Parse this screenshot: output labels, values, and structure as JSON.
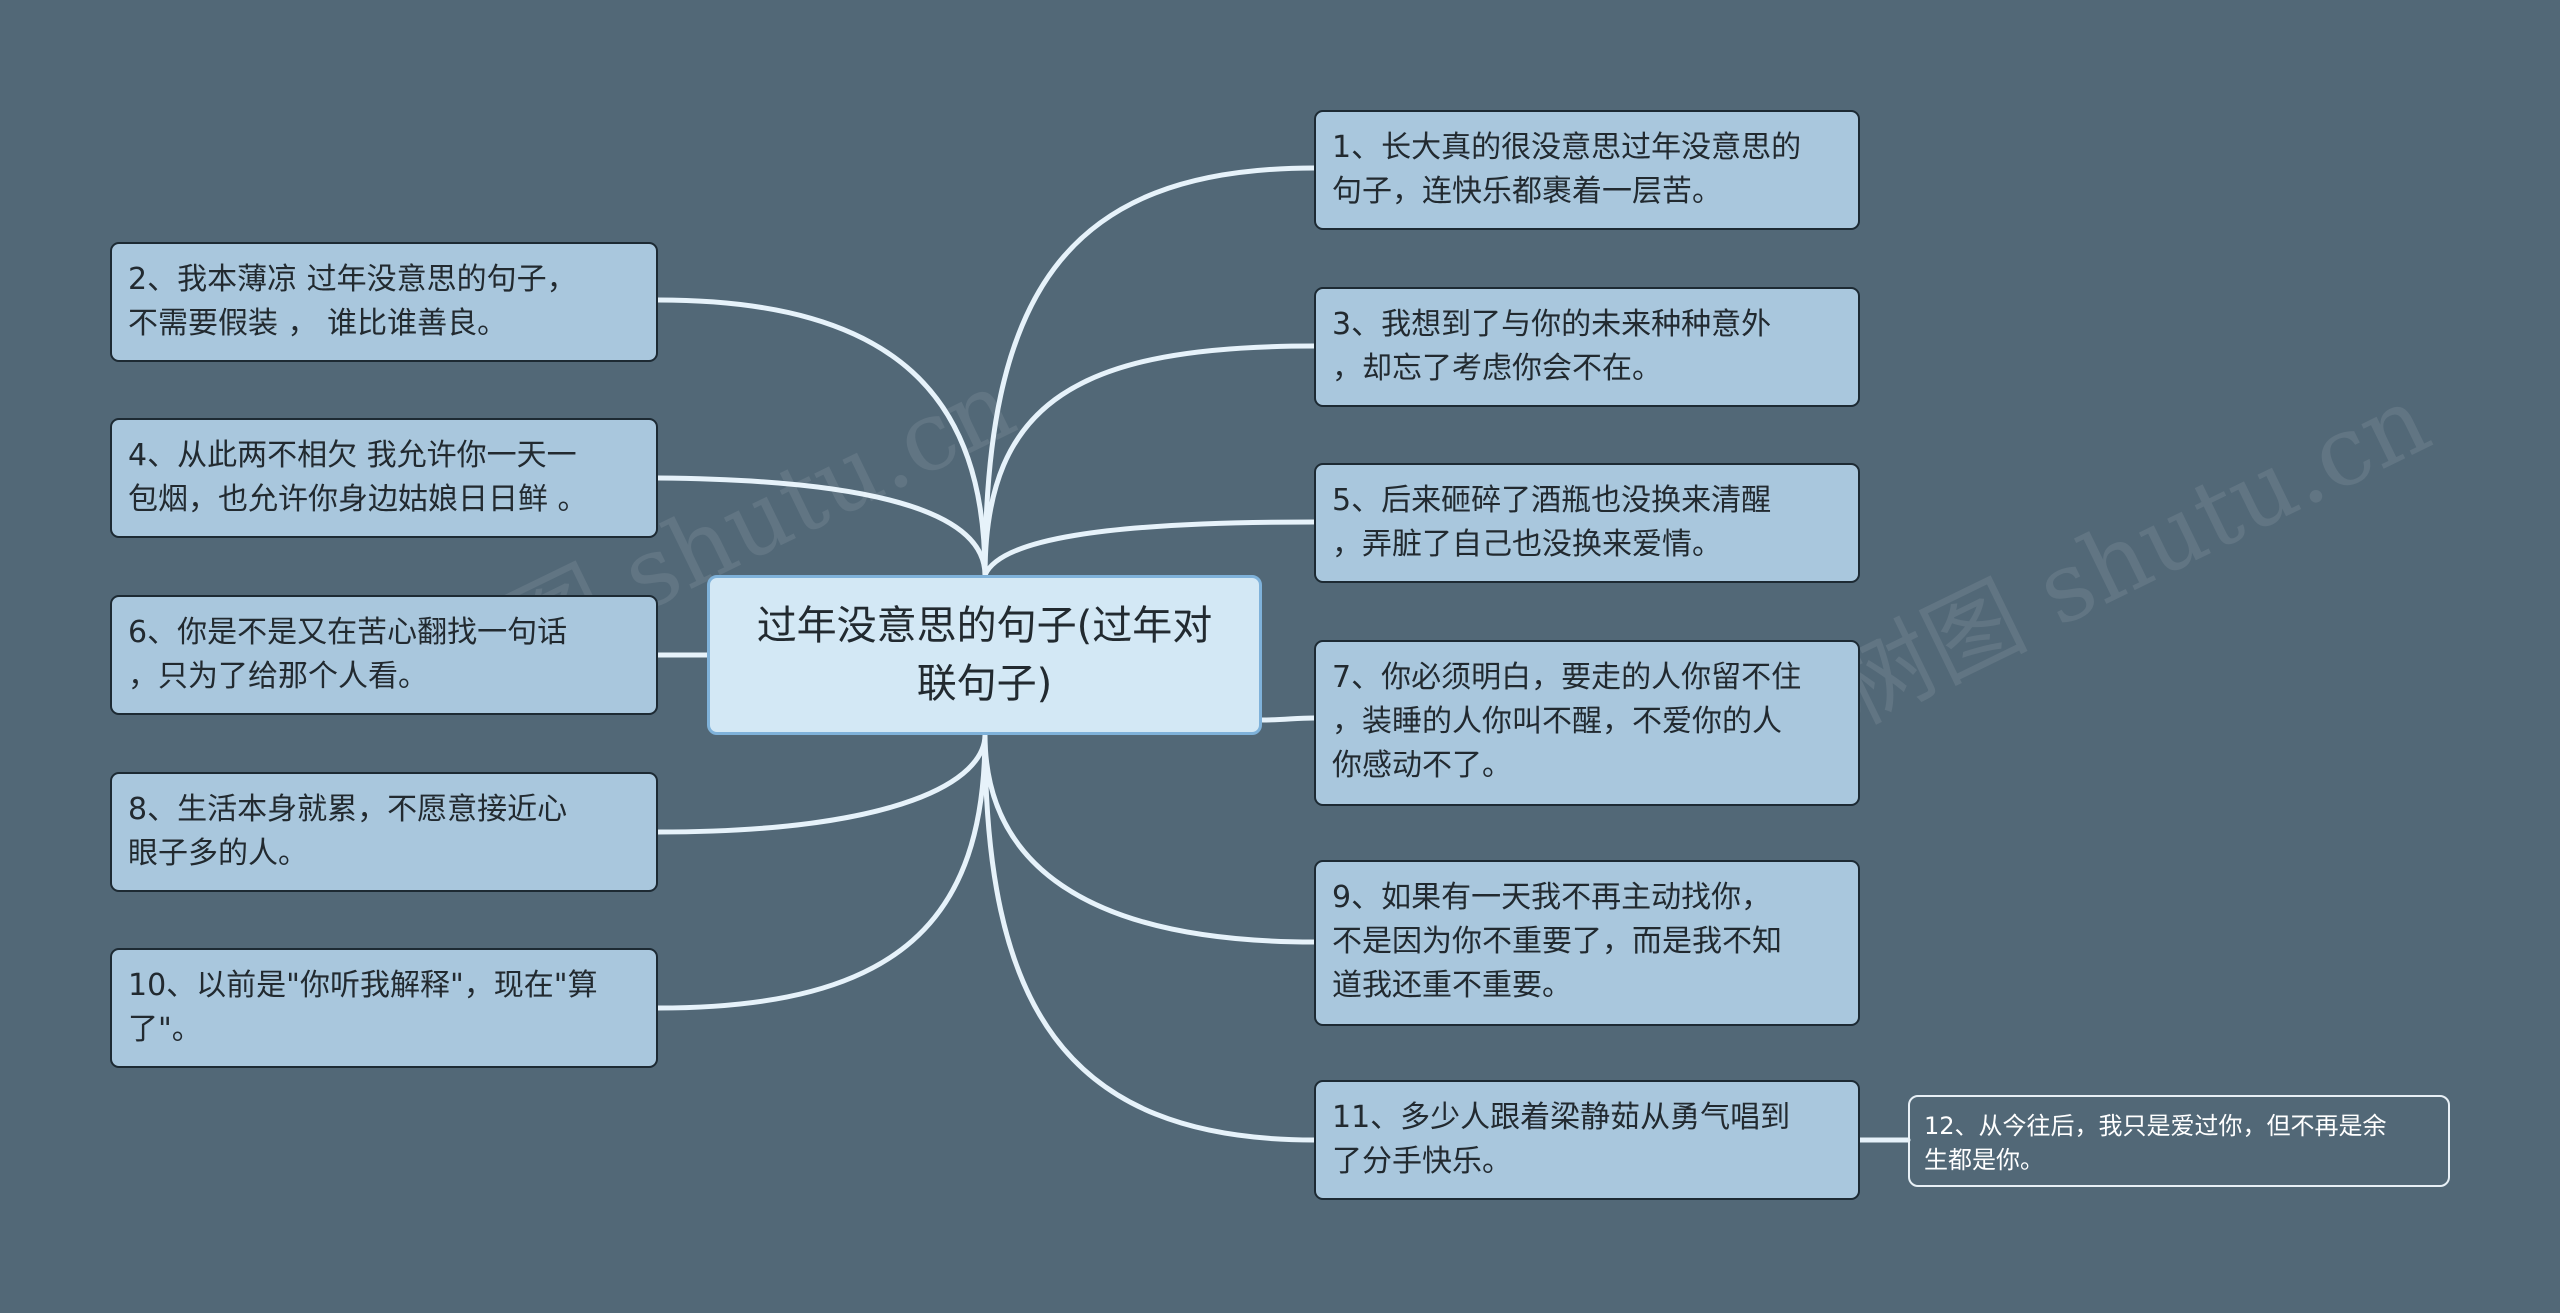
{
  "center": {
    "text": "过年没意思的句子(过年对\n联句子)"
  },
  "watermark": "树图 shutu.cn",
  "nodes": [
    {
      "id": "n1",
      "text": "1、长大真的很没意思过年没意思的\n句子，连快乐都裹着一层苦。"
    },
    {
      "id": "n2",
      "text": "2、我本薄凉 过年没意思的句子，\n不需要假装 ， 谁比谁善良。"
    },
    {
      "id": "n3",
      "text": "3、我想到了与你的未来种种意外\n，却忘了考虑你会不在。"
    },
    {
      "id": "n4",
      "text": "4、从此两不相欠 我允许你一天一\n包烟，也允许你身边姑娘日日鲜 。"
    },
    {
      "id": "n5",
      "text": "5、后来砸碎了酒瓶也没换来清醒\n，弄脏了自己也没换来爱情。"
    },
    {
      "id": "n6",
      "text": "6、你是不是又在苦心翻找一句话\n，只为了给那个人看。"
    },
    {
      "id": "n7",
      "text": "7、你必须明白，要走的人你留不住\n，装睡的人你叫不醒，不爱你的人\n你感动不了。"
    },
    {
      "id": "n8",
      "text": "8、生活本身就累，不愿意接近心\n眼子多的人。"
    },
    {
      "id": "n9",
      "text": "9、如果有一天我不再主动找你，\n不是因为你不重要了，而是我不知\n道我还重不重要。"
    },
    {
      "id": "n10",
      "text": "10、以前是\"你听我解释\"，现在\"算\n了\"。"
    },
    {
      "id": "n11",
      "text": "11、多少人跟着梁静茹从勇气唱到\n了分手快乐。"
    },
    {
      "id": "n12",
      "text": " 12、从今往后，我只是爱过你，但不再是余\n生都是你。"
    }
  ],
  "colors": {
    "background": "#526877",
    "node_fill": "#a9c7dd",
    "center_fill": "#d3e8f5",
    "connector": "#e6f2fa"
  }
}
